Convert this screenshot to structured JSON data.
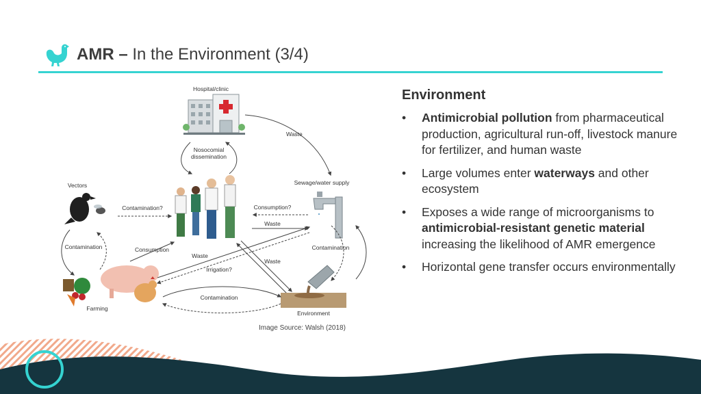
{
  "header": {
    "title_bold": "AMR –",
    "title_rest": "In the Environment (3/4)",
    "logo_icon": "chicken-icon",
    "accent_color": "#35d3d1"
  },
  "diagram": {
    "labels": {
      "hospital": "Hospital/clinic",
      "nosocomial_1": "Nosocomial",
      "nosocomial_2": "dissemination",
      "waste_top": "Waste",
      "sewage": "Sewage/water supply",
      "vectors": "Vectors",
      "contamination_vectors": "Contamination?",
      "consumption_water": "Consumption?",
      "waste_water": "Waste",
      "contamination_left": "Contamination",
      "contamination_right": "Contamination",
      "consumption_farm": "Consumption",
      "waste_middle": "Waste",
      "irrigation": "Irrigation?",
      "waste_env": "Waste",
      "contamination_bottom": "Contamination",
      "farming": "Farming",
      "environment": "Environment"
    }
  },
  "caption": "Image Source: Walsh (2018)",
  "panel": {
    "heading": "Environment",
    "bullet_glyph": "•",
    "bullets": [
      {
        "bold": "Antimicrobial pollution",
        "before": "",
        "after": " from pharmaceutical production, agricultural run-off, livestock manure for fertilizer, and human waste"
      },
      {
        "before": "Large volumes enter ",
        "bold": "waterways",
        "after": " and other ecosystem"
      },
      {
        "before": "Exposes a wide range of microorganisms to ",
        "bold": "antimicrobial-resistant genetic material",
        "after": " increasing the likelihood of AMR emergence"
      },
      {
        "before": "Horizontal gene transfer occurs environmentally",
        "bold": "",
        "after": ""
      }
    ]
  },
  "footer": {
    "dark_color": "#15353f",
    "stripe_color": "#f1a98b"
  }
}
